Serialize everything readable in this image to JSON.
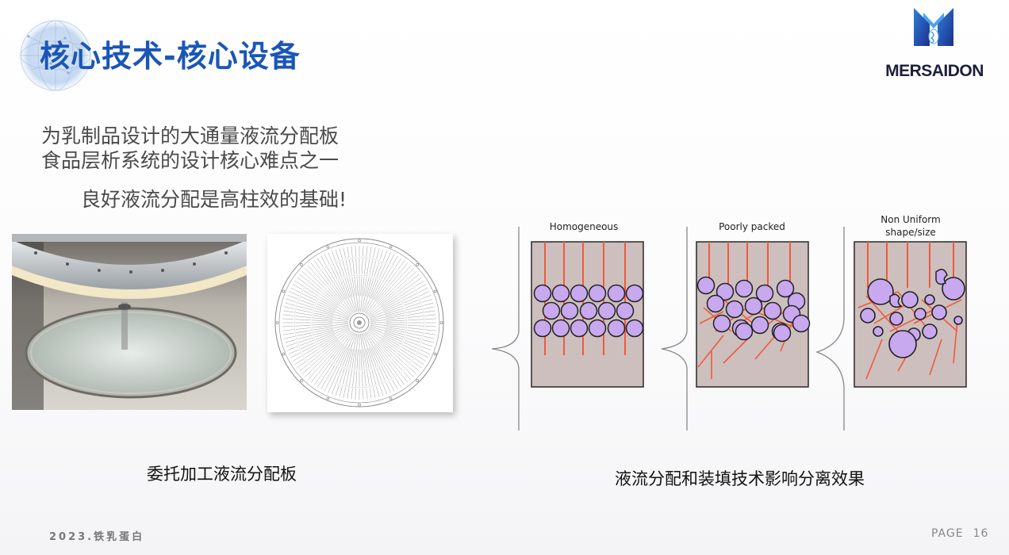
{
  "slide": {
    "title": "核心技术-核心设备",
    "logo_text": "MERSAIDON",
    "intro_lines": [
      "为乳制品设计的大通量液流分配板",
      "食品层析系统的设计核心难点之一"
    ],
    "emphasis": "良好液流分配是高柱效的基础!",
    "left_caption": "委托加工液流分配板",
    "right_caption": "液流分配和装填技术影响分离效果",
    "diagram_labels": {
      "homogeneous": "Homogeneous",
      "poorly_packed": "Poorly packed",
      "non_uniform_line1": "Non Uniform",
      "non_uniform_line2": "shape/size"
    },
    "footer": {
      "left": "2023.铁乳蛋白",
      "page_label": "PAGE",
      "page_number": "16"
    }
  },
  "colors": {
    "title": "#1a56b8",
    "text": "#4a4a4a",
    "bead": "#c8a8ee",
    "flow_line": "#f05a3c",
    "column_bg": "#cdbfbd"
  }
}
